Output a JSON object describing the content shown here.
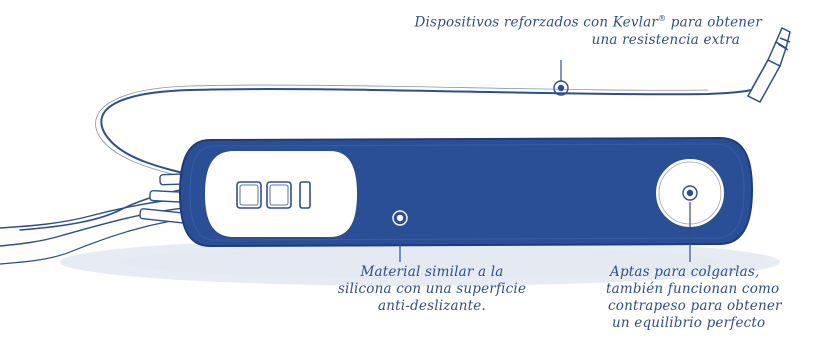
{
  "colors": {
    "ink": "#2e4f8c",
    "fill": "#2b4f97",
    "background": "#ffffff"
  },
  "annotations": {
    "cable": {
      "line1": "Dispositivos reforzados con Kevlar",
      "reg_mark": "®",
      "line1_end": " para obtener",
      "line2": "una resistencia extra"
    },
    "material": {
      "line1": "Material  similar a la",
      "line2": "silicona con una superficie",
      "line3": "anti-deslizante."
    },
    "weight": {
      "line1": "Aptas para colgarlas,",
      "line2": "también funcionan como",
      "line3": "contrapeso para obtener",
      "line4": "un equilibrio perfecto"
    }
  },
  "icons": [
    "target-marker-icon",
    "headphone-plug-icon",
    "button-icon"
  ]
}
